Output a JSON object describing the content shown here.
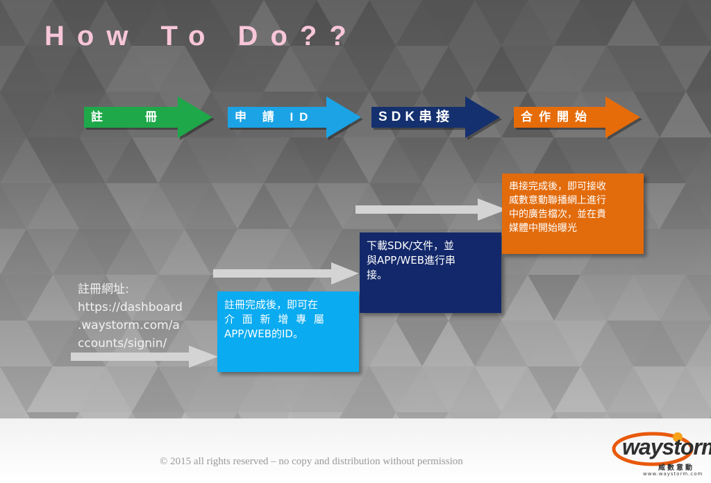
{
  "slide": {
    "title": "How To Do??"
  },
  "steps": [
    {
      "label": "註　　冊",
      "color": "#1fa84a"
    },
    {
      "label": "申 請 ID",
      "color": "#1ba3e6"
    },
    {
      "label": "SDK串接",
      "color": "#14306e"
    },
    {
      "label": "合作開始",
      "color": "#e66c0a"
    }
  ],
  "register_note": {
    "lines": [
      "註冊網址:",
      "https://dashboard",
      ".waystorm.com/a",
      "ccounts/signin/"
    ]
  },
  "boxes": {
    "apply": {
      "lines": [
        "註冊完成後，即可在",
        "介 面 新 增 專 屬",
        "APP/WEB的ID。"
      ],
      "color": "#0aabf0"
    },
    "sdk": {
      "lines": [
        "下載SDK/文件，並",
        "與APP/WEB進行串",
        "接。"
      ],
      "color": "#13286a"
    },
    "start": {
      "lines": [
        "串接完成後，即可接收",
        "威數意動聯播網上進行",
        "中的廣告檔次，並在貴",
        "媒體中開始曝光"
      ],
      "color": "#e26b0c"
    }
  },
  "footer": {
    "copyright": "© 2015 all rights reserved – no copy and distribution without permission",
    "logo_text": "waystorm",
    "logo_cn": "威數意動",
    "logo_url": "www.waystorm.com"
  }
}
